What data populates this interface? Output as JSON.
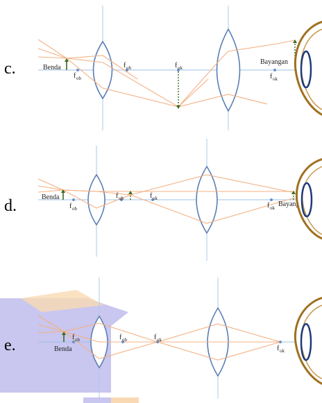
{
  "diagrams": [
    {
      "option": "c.",
      "labels": {
        "object": "Benda",
        "f_ob_left": "f",
        "f_ob_left_sub": "ob",
        "f_ob_right": "f",
        "f_ob_right_sub": "ob",
        "f_ok_left": "f",
        "f_ok_left_sub": "ok",
        "f_ok_right": "f",
        "f_ok_right_sub": "ok",
        "image": "Bayangan"
      }
    },
    {
      "option": "d.",
      "labels": {
        "object": "Benda",
        "f_ob_left": "f",
        "f_ob_left_sub": "ob",
        "f_ob_right": "f",
        "f_ob_right_sub": "ob",
        "f_ok_left": "f",
        "f_ok_left_sub": "ok",
        "f_ok_right": "f",
        "f_ok_right_sub": "ok",
        "image": "Bayangan"
      }
    },
    {
      "option": "e.",
      "labels": {
        "object": "Benda",
        "f_ob_left": "f",
        "f_ob_left_sub": "ob",
        "f_ob_right": "f",
        "f_ob_right_sub": "ob",
        "f_ok_left": "f",
        "f_ok_left_sub": "ok",
        "f_ok_right": "f",
        "f_ok_right_sub": "ok"
      }
    }
  ],
  "colors": {
    "ray": "#f4b183",
    "lens": "#5b7fb5",
    "axis": "#9cc3e6",
    "object": "#3a6b1f",
    "watermark": "#c9c6ef",
    "watermark_orange": "#f9d9b3"
  }
}
